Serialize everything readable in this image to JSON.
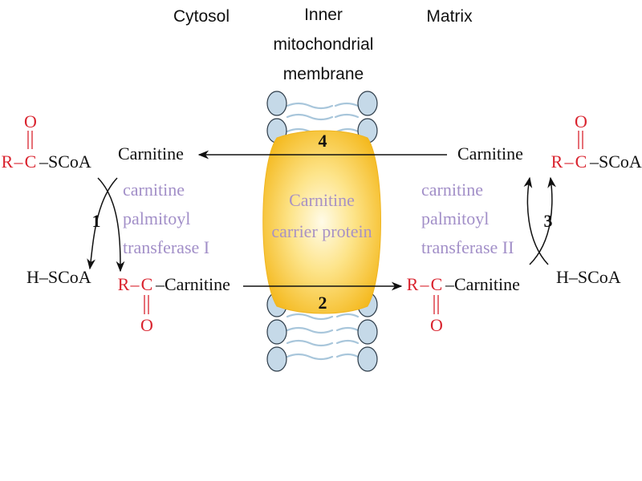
{
  "compartments": {
    "cytosol": "Cytosol",
    "membrane_line1": "Inner",
    "membrane_line2": "mitochondrial",
    "membrane_line3": "membrane",
    "matrix": "Matrix"
  },
  "carrier": {
    "line1": "Carnitine",
    "line2": "carrier protein"
  },
  "steps": {
    "s1": "1",
    "s2": "2",
    "s3": "3",
    "s4": "4"
  },
  "enzyme_left": {
    "line1": "carnitine",
    "line2": "palmitoyl",
    "line3": "transferase I"
  },
  "enzyme_right": {
    "line1": "carnitine",
    "line2": "palmitoyl",
    "line3": "transferase II"
  },
  "molecules": {
    "carnitine": "Carnitine",
    "hscoa": "H–SCoA",
    "scoa": "–SCoA",
    "r": "R",
    "c": "C",
    "o": "O",
    "dash": "–",
    "acyl_carnitine_suffix": "–Carnitine"
  },
  "colors": {
    "carrier_gold": "#f6c12c",
    "membrane_head": "#c5d9e8",
    "acyl_red": "#d9232e",
    "enzyme_purple": "#a28fc8"
  }
}
